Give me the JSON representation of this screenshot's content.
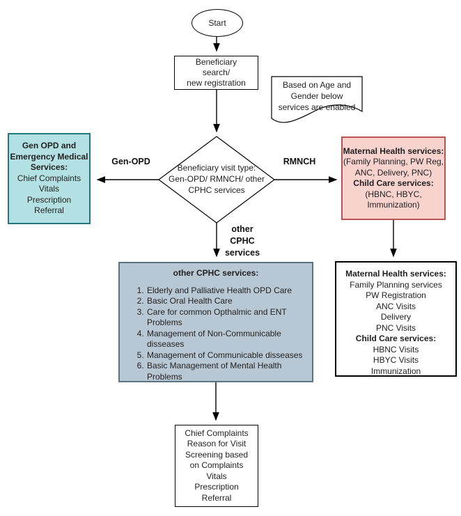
{
  "diagram": {
    "start": {
      "label": "Start"
    },
    "registration": {
      "lines": [
        "Beneficiary",
        "search/",
        "new registration"
      ]
    },
    "note": {
      "lines": [
        "Based on Age and",
        "Gender below",
        "services are enabled"
      ]
    },
    "decision": {
      "lines": [
        "Beneficiary visit type:",
        "Gen-OPD/ RMNCH/ other",
        "CPHC services"
      ]
    },
    "edge_labels": {
      "gen_opd": "Gen-OPD",
      "rmnch": "RMNCH",
      "other_cphc": [
        "other",
        "CPHC",
        "services"
      ]
    },
    "gen_opd_box": {
      "heading_lines": [
        "Gen OPD and",
        "Emergency Medical",
        "Services:"
      ],
      "items": [
        "Chief Complaints",
        "Vitals",
        "Prescription",
        "Referral"
      ],
      "fill": "#b3e1e3",
      "border": "#20787f"
    },
    "rmnch_box": {
      "heading1": "Maternal Health services:",
      "lines1": [
        "(Family Planning, PW Reg,",
        "ANC, Delivery, PNC)"
      ],
      "heading2": "Child Care services:",
      "lines2": [
        "(HBNC, HBYC,",
        "Immunization)"
      ],
      "fill": "#f8d2cd",
      "border": "#b85450"
    },
    "other_cphc_box": {
      "title": "other CPHC services:",
      "items": [
        "Elderly and Palliative Health OPD Care",
        "Basic Oral Health Care",
        "Care for common Opthalmic and ENT Problems",
        "Management of Non-Communicable disseases",
        "Management of Communicable disseases",
        "Basic Management of Mental Health Problems"
      ],
      "fill": "#b7c7d4",
      "border": "#5c7384"
    },
    "maternal_list_box": {
      "heading1": "Maternal Health services:",
      "items1": [
        "Family Planning services",
        "PW Registration",
        "ANC Visits",
        "Delivery",
        "PNC Visits"
      ],
      "heading2": "Child Care services:",
      "items2": [
        "HBNC Visits",
        "HBYC Visits",
        "Immunization"
      ]
    },
    "final_box": {
      "lines": [
        "Chief Complaints",
        "Reason for Visit",
        "Screening based",
        "on Complaints",
        "Vitals",
        "Prescription",
        "Referral"
      ]
    }
  }
}
